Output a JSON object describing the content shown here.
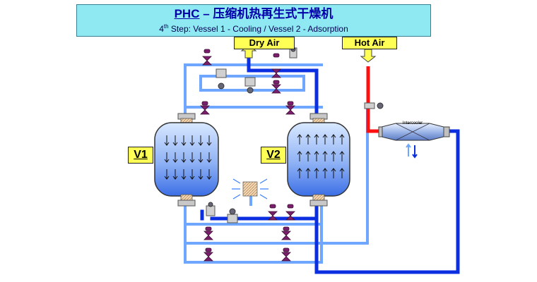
{
  "title": {
    "abbr": "PHC",
    "main": " – 压缩机热再生式干燥机",
    "step_num": "4",
    "step_sup": "th",
    "subtitle": " Step: Vessel 1 - Cooling /  Vessel 2 - Adsorption"
  },
  "labels": {
    "dry_air": "Dry Air",
    "hot_air": "Hot Air",
    "v1": "V1",
    "v2": "V2",
    "intercooler": "Intercooler"
  },
  "colors": {
    "dark_pipe": "#0a2ee0",
    "light_pipe": "#6fa6ff",
    "hot_pipe": "#ff1010",
    "valve": "#7a1f6b",
    "label_fill": "#ffff55",
    "title_fill": "#8fe9f2"
  }
}
